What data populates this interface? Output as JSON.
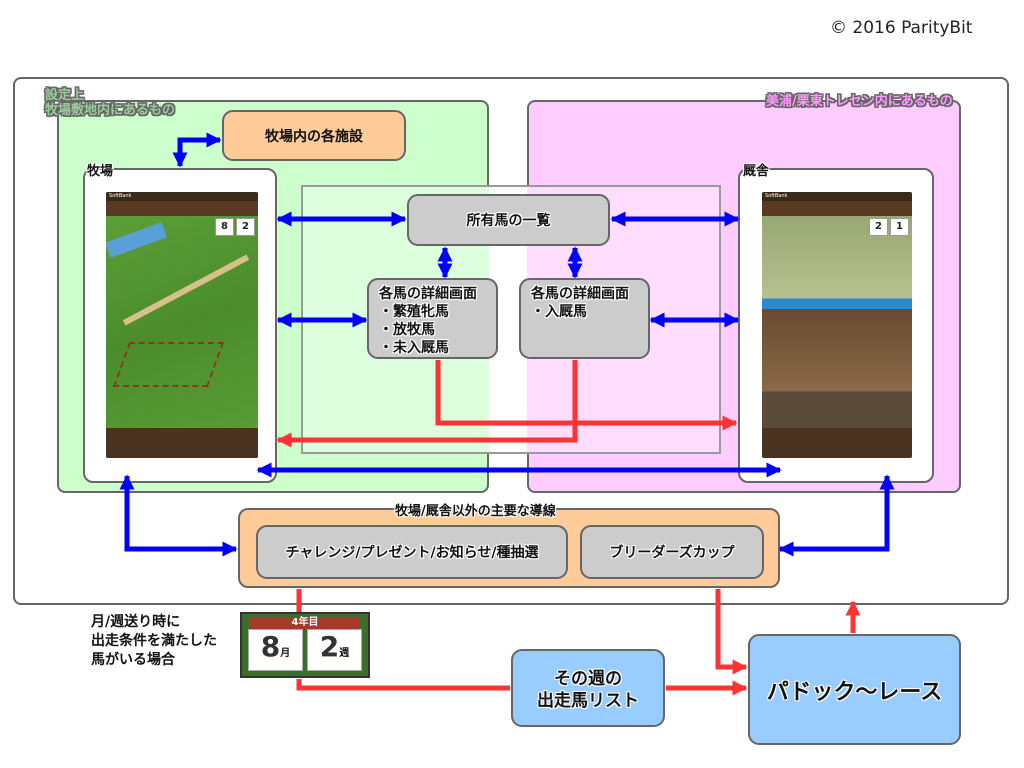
{
  "copyright": "© 2016 ParityBit",
  "regions": {
    "farm_area_label_1": "設定上",
    "farm_area_label_2": "牧場敷地内にあるもの",
    "trecen_area_label": "美浦/栗東トレセン内にあるもの"
  },
  "farm_facilities": "牧場内の各施設",
  "farm_panel": {
    "label": "牧場",
    "screen": {
      "carrier": "SoftBank",
      "month": "8",
      "week": "2"
    }
  },
  "stable_panel": {
    "label": "厩舎",
    "screen": {
      "carrier": "SoftBank",
      "month": "2",
      "week": "1"
    }
  },
  "owned_horses": "所有馬の一覧",
  "detail_left": {
    "title": "各馬の詳細画面",
    "items": [
      "・繁殖牝馬",
      "・放牧馬",
      "・未入厩馬"
    ]
  },
  "detail_right": {
    "title": "各馬の詳細画面",
    "items": [
      "・入厩馬"
    ]
  },
  "main_routes": {
    "label": "牧場/厩舎以外の主要な導線",
    "items": [
      "チャレンジ/プレゼント/お知らせ/種抽選",
      "ブリーダーズカップ"
    ]
  },
  "condition_note": [
    "月/週送り時に",
    "出走条件を満たした",
    "馬がいる場合"
  ],
  "calendar": {
    "year": "4年目",
    "month": "8",
    "month_unit": "月",
    "week": "2",
    "week_unit": "週"
  },
  "weekly_entries": [
    "その週の",
    "出走馬リスト"
  ],
  "paddock_race": "パドック〜レース",
  "colors": {
    "blue_arrow": "#0000ff",
    "red_arrow": "#ff3333",
    "farm_green": "#ccffcc",
    "trecen_pink": "#ffccff",
    "orange": "#ffcc99",
    "result_blue": "#99ccff"
  }
}
